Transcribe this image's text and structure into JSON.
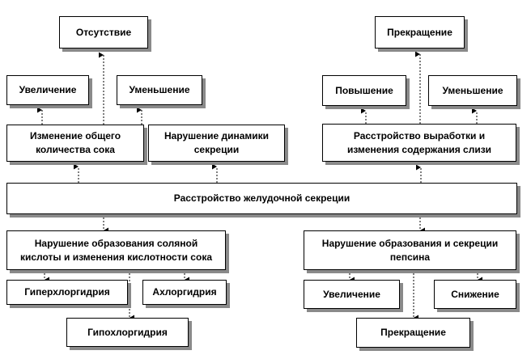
{
  "center": "Расстройство желудочной секреции",
  "left_top": {
    "absence": "Отсутствие",
    "increase": "Увеличение",
    "decrease": "Уменьшение",
    "total_change": "Изменение общего\nколичества сока",
    "dynamics": "Нарушение динамики\nсекреции"
  },
  "right_top": {
    "cessation": "Прекращение",
    "rise": "Повышение",
    "decrease": "Уменьшение",
    "mucus": "Расстройство выработки и\nизменения содержания слизи"
  },
  "left_bottom": {
    "acid": "Нарушение образования соляной\nкислоты и изменения кислотности сока",
    "hyper": "Гиперхлоргидрия",
    "achlor": "Ахлоргидрия",
    "hypo": "Гипохлоргидрия"
  },
  "right_bottom": {
    "pepsin": "Нарушение образования и секреции\nпепсина",
    "increase": "Увеличение",
    "reduction": "Снижение",
    "cessation": "Прекращение"
  }
}
